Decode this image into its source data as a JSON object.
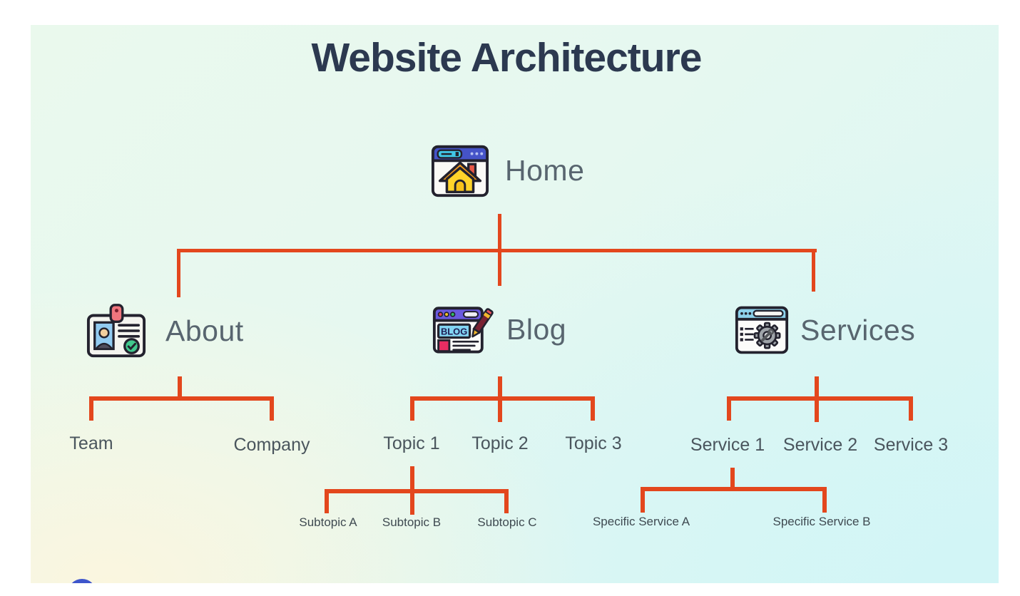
{
  "page": {
    "title": "Website Architecture"
  },
  "colors": {
    "connector": "#E3471D",
    "title_text": "#2C3950",
    "node_label": "#58656F",
    "leaf_label": "#4A555D",
    "background_mint": "#EAF9ED",
    "background_cyan": "#D9F6F5",
    "background_cream": "#FCF6DE",
    "blue_orb": "#3E55CB"
  },
  "icons": {
    "home": "home-browser-icon",
    "about": "id-badge-icon",
    "blog": "blog-page-icon",
    "services": "services-gear-icon",
    "blog_text": "BLOG"
  },
  "tree": {
    "root": {
      "label": "Home"
    },
    "branches": [
      {
        "label": "About",
        "children": [
          {
            "label": "Team"
          },
          {
            "label": "Company"
          }
        ]
      },
      {
        "label": "Blog",
        "children": [
          {
            "label": "Topic 1",
            "children": [
              {
                "label": "Subtopic A"
              },
              {
                "label": "Subtopic B"
              },
              {
                "label": "Subtopic C"
              }
            ]
          },
          {
            "label": "Topic 2"
          },
          {
            "label": "Topic 3"
          }
        ]
      },
      {
        "label": "Services",
        "children": [
          {
            "label": "Service 1",
            "children": [
              {
                "label": "Specific Service A"
              },
              {
                "label": "Specific Service B"
              }
            ]
          },
          {
            "label": "Service 2"
          },
          {
            "label": "Service 3"
          }
        ]
      }
    ]
  }
}
